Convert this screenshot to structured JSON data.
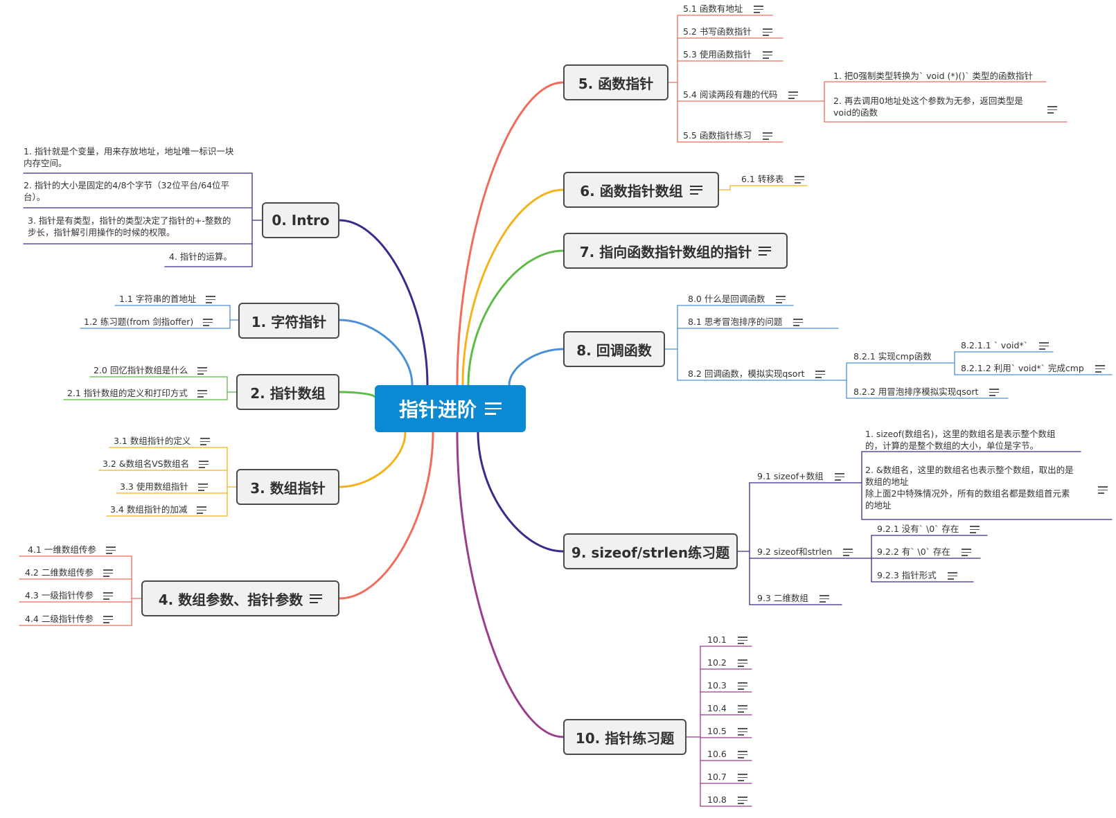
{
  "root": {
    "label": "指针进阶"
  },
  "colors": {
    "root": "#0a8ad2",
    "b0": "#3a2a8c",
    "b1": "#4a90d9",
    "b2": "#5dbb46",
    "b3": "#f5b21b",
    "b4": "#f26b5b",
    "b5": "#f26b5b",
    "b6": "#f5b21b",
    "b7": "#5dbb46",
    "b8": "#4a90d9",
    "b9": "#3a2a8c",
    "b10": "#9b3c8c"
  },
  "branches": {
    "b0": {
      "label": "0. Intro",
      "items": [
        "1. 指针就是个变量，用来存放地址，地址唯一标识一块内存空间。",
        "2. 指针的大小是固定的4/8个字节（32位平台/64位平台）。",
        "3. 指针是有类型，指针的类型决定了指针的+-整数的步长，指针解引用操作的时候的权限。",
        "4. 指针的运算。"
      ]
    },
    "b1": {
      "label": "1. 字符指针",
      "items": [
        "1.1 字符串的首地址",
        "1.2 练习题(from 剑指offer)"
      ]
    },
    "b2": {
      "label": "2. 指针数组",
      "items": [
        "2.0 回忆指针数组是什么",
        "2.1 指针数组的定义和打印方式"
      ]
    },
    "b3": {
      "label": "3. 数组指针",
      "items": [
        "3.1 数组指针的定义",
        "3.2 &数组名VS数组名",
        "3.3 使用数组指针",
        "3.4 数组指针的加减"
      ]
    },
    "b4": {
      "label": "4. 数组参数、指针参数",
      "items": [
        "4.1 一维数组传参",
        "4.2 二维数组传参",
        "4.3 一级指针传参",
        "4.4 二级指针传参"
      ]
    },
    "b5": {
      "label": "5. 函数指针",
      "items": [
        "5.1 函数有地址",
        "5.2 书写函数指针",
        "5.3 使用函数指针",
        "5.4 阅读两段有趣的代码",
        "5.5 函数指针练习"
      ],
      "sub54": [
        "1. 把0强制类型转换为` void (*)()` 类型的函数指针",
        "2. 再去调用0地址处这个参数为无参，返回类型是void的函数"
      ]
    },
    "b6": {
      "label": "6. 函数指针数组",
      "items": [
        "6.1 转移表"
      ]
    },
    "b7": {
      "label": "7. 指向函数指针数组的指针"
    },
    "b8": {
      "label": "8. 回调函数",
      "items": [
        "8.0 什么是回调函数",
        "8.1 思考冒泡排序的问题",
        "8.2 回调函数，模拟实现qsort"
      ],
      "sub82": [
        "8.2.1 实现cmp函数",
        "8.2.2 用冒泡排序模拟实现qsort"
      ],
      "sub821": [
        "8.2.1.1 ` void*`",
        "8.2.1.2 利用` void*` 完成cmp"
      ]
    },
    "b9": {
      "label": "9. sizeof/strlen练习题",
      "items": [
        "9.1 sizeof+数组",
        "9.2 sizeof和strlen",
        "9.3 二维数组"
      ],
      "sub91": [
        "1. sizeof(数组名)，这里的数组名是表示整个数组的，计算的是整个数组的大小，单位是字节。",
        "2. &数组名，这里的数组名也表示整个数组，取出的是数组的地址",
        "除上面2中特殊情况外，所有的数组名都是数组首元素的地址"
      ],
      "sub92": [
        "9.2.1 没有` \\0` 存在",
        "9.2.2 有` \\0` 存在",
        "9.2.3 指针形式"
      ]
    },
    "b10": {
      "label": "10. 指针练习题",
      "items": [
        "10.1",
        "10.2",
        "10.3",
        "10.4",
        "10.5",
        "10.6",
        "10.7",
        "10.8"
      ]
    }
  }
}
